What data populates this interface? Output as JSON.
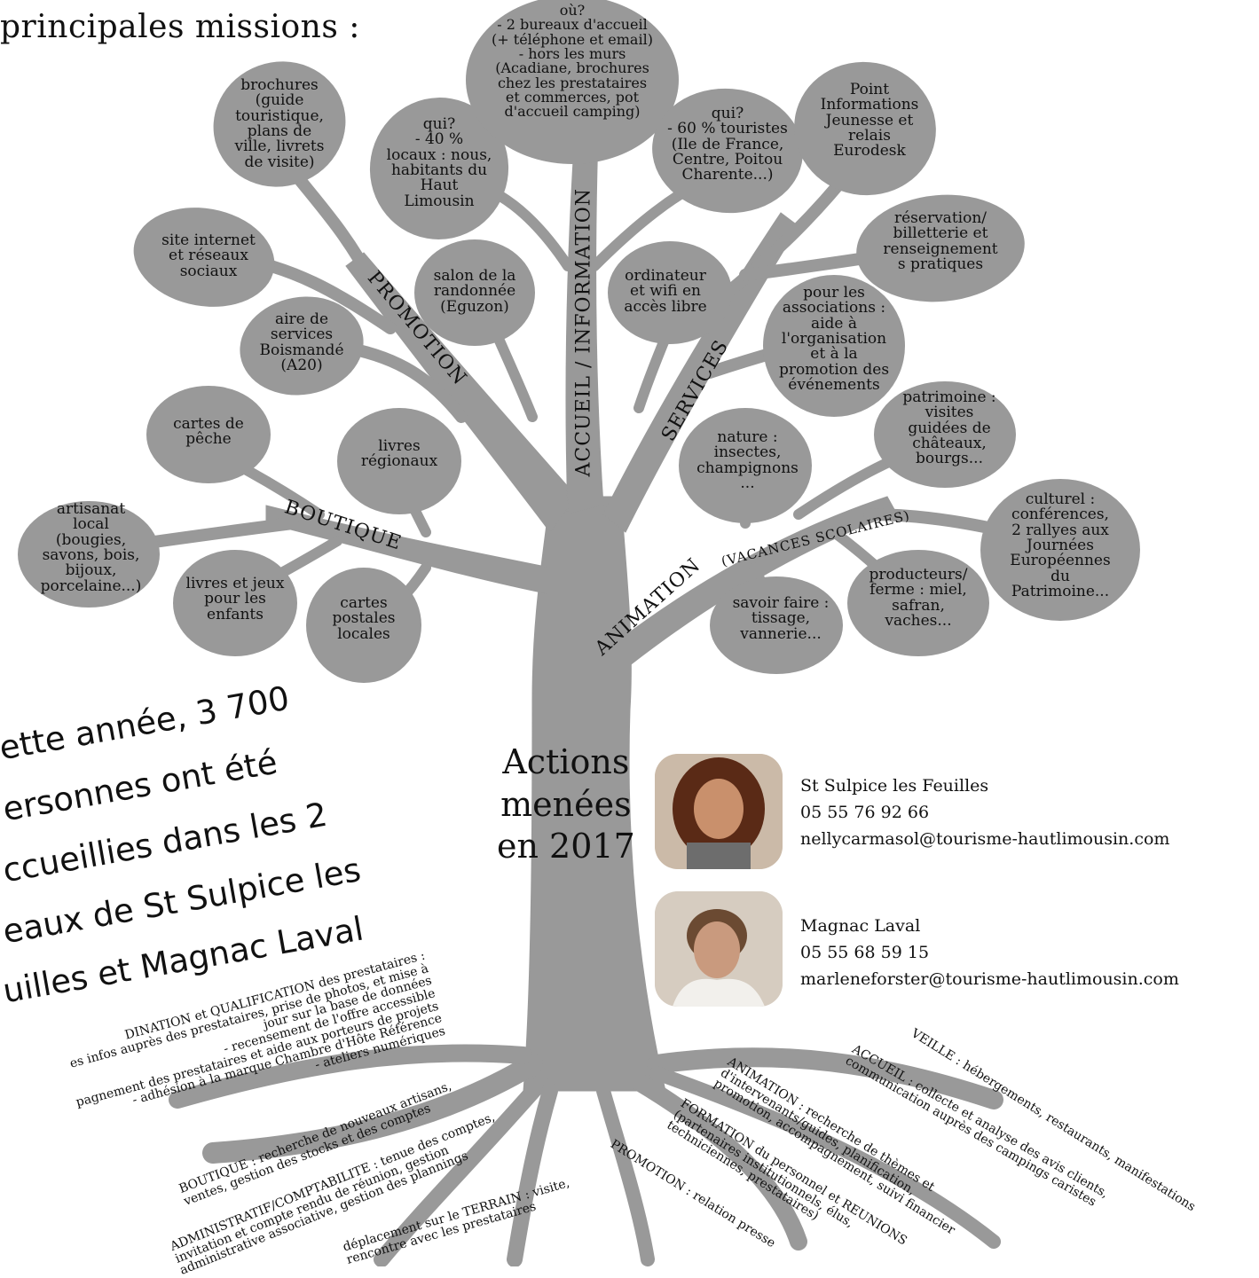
{
  "heading": "principales missions :",
  "branches": {
    "promotion": "PROMOTION",
    "accueil": "ACCUEIL / INFORMATION",
    "services": "SERVICES",
    "boutique": "BOUTIQUE",
    "animation": "ANIMATION",
    "vacances": "(VACANCES SCOLAIRES)"
  },
  "leaves": {
    "brochures": "brochures\n(guide\ntouristique,\nplans de\nville, livrets\nde visite)",
    "site": "site internet\net réseaux\nsociaux",
    "aire": "aire de\nservices\nBoismandé\n(A20)",
    "cartes_peche": "cartes de\npêche",
    "livres_reg": "livres\nrégionaux",
    "artisanat": "artisanat\nlocal\n(bougies,\nsavons, bois,\nbijoux,\nporcelaine...)",
    "livres_jeux": "livres et jeux\npour les\nenfants",
    "cartes_postales": "cartes\npostales\nlocales",
    "qui_locaux": "qui?\n- 40 %\nlocaux : nous,\nhabitants du\nHaut\nLimousin",
    "ou": "où?\n- 2 bureaux d'accueil\n(+ téléphone et email)\n- hors les murs\n(Acadiane, brochures\nchez les prestataires\net commerces, pot\nd'accueil camping)",
    "qui_touristes": "qui?\n- 60 % touristes\n(Ile de France,\nCentre, Poitou\nCharente...)",
    "salon": "salon de la\nrandonnée\n(Eguzon)",
    "ordinateur": "ordinateur\net wifi en\naccès libre",
    "pij": "Point\nInformations\nJeunesse et\nrelais\nEurodesk",
    "reservation": "réservation/\nbilletterie et\nrenseignement\ns pratiques",
    "associations": "pour les\nassociations :\naide à\nl'organisation\net à la\npromotion des\névénements",
    "patrimoine": "patrimoine :\nvisites\nguidées de\nchâteaux,\nbourgs...",
    "nature": "nature :\ninsectes,\nchampignons\n...",
    "culturel": "culturel :\nconférences,\n2 rallyes aux\nJournées\nEuropéennes\ndu\nPatrimoine...",
    "producteurs": "producteurs/\nferme : miel,\nsafran,\nvaches...",
    "savoir": "savoir faire :\ntissage,\nvannerie..."
  },
  "center": {
    "line1": "Actions",
    "line2": "menées",
    "line3": "en 2017"
  },
  "visitors": [
    "ette année, 3 700",
    "ersonnes ont été",
    "ccueillies dans les 2",
    "eaux de St Sulpice les",
    "uilles et Magnac Laval"
  ],
  "contacts": [
    {
      "place": "St Sulpice les Feuilles",
      "phone": "05 55 76 92 66",
      "email": "nellycarmasol@tourisme-hautlimousin.com"
    },
    {
      "place": "Magnac Laval",
      "phone": "05 55 68 59 15",
      "email": "marleneforster@tourisme-hautlimousin.com"
    }
  ],
  "roots_left": {
    "coordination": "DINATION et QUALIFICATION des prestataires :\nes infos auprès des prestataires, prise de photos, et mise à\njour sur la base de données\n- recensement de l'offre accessible\npagnement des prestataires et aide aux porteurs de projets\n- adhésion à la marque Chambre d'Hôte Référence\n- ateliers numériques",
    "boutique": "BOUTIQUE : recherche de nouveaux artisans,\nventes, gestion des stocks et des comptes",
    "admin": "ADMINISTRATIF/COMPTABILITE : tenue des comptes,\ninvitation et compte rendu de réunion, gestion\nadministrative associative, gestion des plannings",
    "terrain": "déplacement sur le TERRAIN : visite,\nrencontre avec les prestataires"
  },
  "roots_right": {
    "promotion": "PROMOTION : relation presse",
    "formation": "FORMATION du personnel et REUNIONS\n(partenaires institutionnels, élus,\ntechniciennes, prestataires)",
    "animation": "ANIMATION : recherche de thèmes et\nd'intervenants/guides, planification,\npromotion, accompagnement, suivi financier",
    "accueil": "ACCUEIL : collecte et analyse des avis clients,\ncommunication auprès des campings caristes",
    "veille": "VEILLE : hébergements, restaurants, manifestations"
  },
  "colors": {
    "tree": "#999999",
    "text": "#111111",
    "background": "#ffffff"
  }
}
